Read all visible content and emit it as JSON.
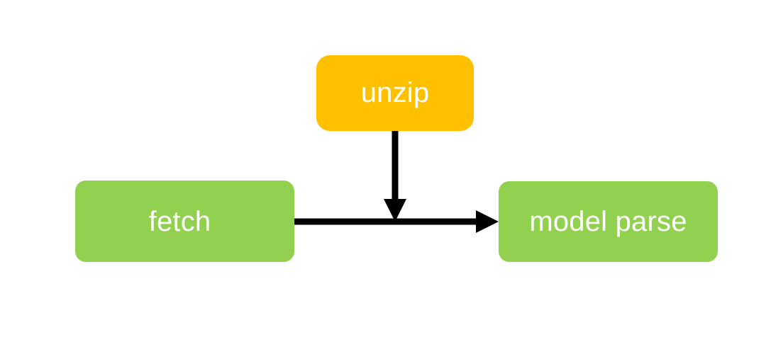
{
  "diagram": {
    "title": "",
    "background_color": "#ffffff",
    "nodes": [
      {
        "id": "fetch",
        "label": "fetch",
        "fill_color": "#92d050",
        "text_color": "#ffffff",
        "shape": "rounded-rectangle"
      },
      {
        "id": "unzip",
        "label": "unzip",
        "fill_color": "#ffc000",
        "text_color": "#ffffff",
        "shape": "rounded-rectangle"
      },
      {
        "id": "model-parse",
        "label": "model parse",
        "fill_color": "#92d050",
        "text_color": "#ffffff",
        "shape": "rounded-rectangle"
      }
    ],
    "edges": [
      {
        "id": "fetch-to-model-parse",
        "from": "fetch",
        "to": "model-parse",
        "label": "",
        "direction": "right",
        "stroke_color": "#000000"
      },
      {
        "id": "unzip-to-pipeline",
        "from": "unzip",
        "to": "fetch-to-model-parse",
        "label": "",
        "direction": "down",
        "stroke_color": "#000000"
      }
    ]
  }
}
